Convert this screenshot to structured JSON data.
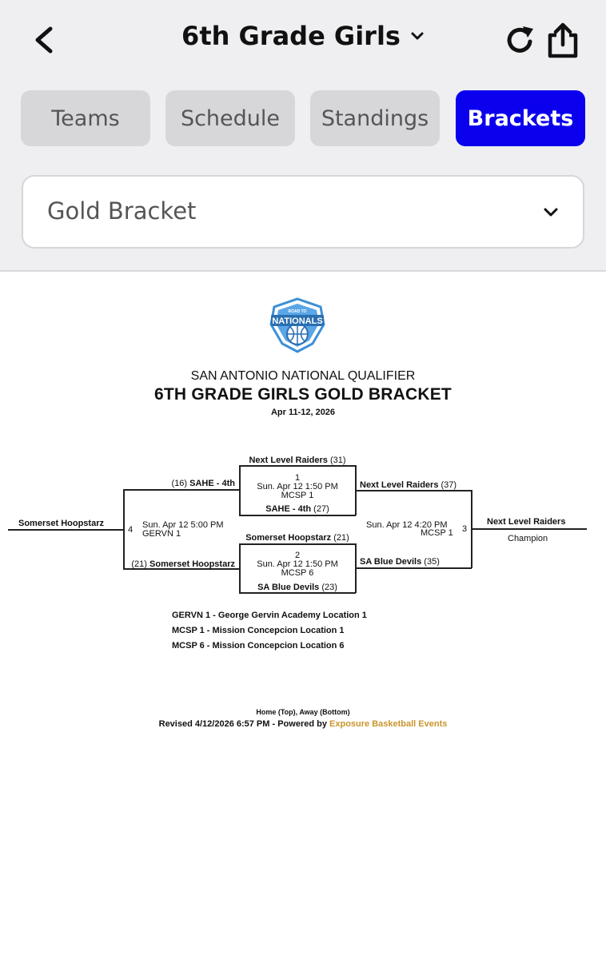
{
  "header": {
    "title": "6th Grade Girls",
    "back_icon": "chevron-left-icon",
    "refresh_icon": "refresh-icon",
    "share_icon": "share-icon"
  },
  "tabs": [
    {
      "label": "Teams",
      "active": false
    },
    {
      "label": "Schedule",
      "active": false
    },
    {
      "label": "Standings",
      "active": false
    },
    {
      "label": "Brackets",
      "active": true
    }
  ],
  "bracket_select": {
    "value": "Gold Bracket"
  },
  "colors": {
    "accent": "#0b00ee",
    "link": "#c9952e",
    "logo_blue": "#3b8fd6"
  },
  "document": {
    "event": "SAN ANTONIO NATIONAL QUALIFIER",
    "title": "6TH GRADE GIRLS GOLD BRACKET",
    "dates": "Apr 11-12, 2026",
    "logo_text": "NATIONALS",
    "logo_subtext": "ROAD TO",
    "games": {
      "g1": {
        "number": "1",
        "time": "Sun. Apr 12 1:50 PM",
        "court": "MCSP 1",
        "home_team": "Next Level Raiders",
        "home_score": "(31)",
        "away_team": "SAHE - 4th",
        "away_score": "(27)"
      },
      "g2": {
        "number": "2",
        "time": "Sun. Apr 12 1:50 PM",
        "court": "MCSP 6",
        "home_team": "Somerset Hoopstarz",
        "home_score": "(21)",
        "away_team": "SA Blue Devils",
        "away_score": "(23)"
      },
      "g4": {
        "number": "4",
        "time": "Sun. Apr 12 5:00 PM",
        "court": "GERVN 1",
        "top_seed": "(16)",
        "top_team": "SAHE - 4th",
        "bottom_seed": "(21)",
        "bottom_team": "Somerset Hoopstarz",
        "winner": "Somerset Hoopstarz"
      },
      "g3": {
        "number": "3",
        "time": "Sun. Apr 12 4:20 PM",
        "court": "MCSP 1",
        "top_team": "Next Level Raiders",
        "top_score": "(37)",
        "bottom_team": "SA Blue Devils",
        "bottom_score": "(35)",
        "winner": "Next Level Raiders",
        "winner_label": "Champion"
      }
    },
    "legend": [
      "GERVN 1 - George Gervin Academy Location 1",
      "MCSP 1 - Mission Concepcion Location 1",
      "MCSP 6 - Mission Concepcion Location 6"
    ],
    "footer_note": "Home (Top), Away (Bottom)",
    "footer_revised": "Revised 4/12/2026 6:57 PM - Powered by ",
    "footer_link": "Exposure Basketball Events"
  }
}
